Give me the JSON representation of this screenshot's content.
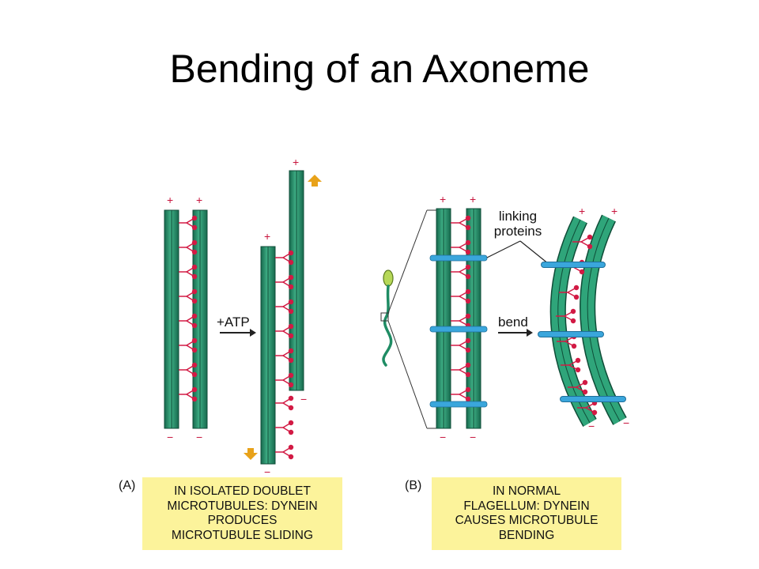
{
  "title": "Bending of an Axoneme",
  "panel_a": {
    "label": "(A)",
    "arrow_label": "+ATP",
    "caption": "IN ISOLATED DOUBLET\nMICROTUBULES: DYNEIN\nPRODUCES\nMICROTUBULE SLIDING"
  },
  "panel_b": {
    "label": "(B)",
    "linker_label": "linking\nproteins",
    "arrow_label": "bend",
    "caption": "IN NORMAL\nFLAGELLUM: DYNEIN\nCAUSES MICROTUBULE\nBENDING"
  },
  "signs": {
    "plus": "+",
    "minus": "−"
  },
  "colors": {
    "microtubule": "#2a9a72",
    "microtubule_dark": "#17694d",
    "dynein": "#d21a44",
    "linker": "#3aa6dc",
    "arrow": "#e8a21a",
    "caption_bg": "#fcf39b"
  }
}
